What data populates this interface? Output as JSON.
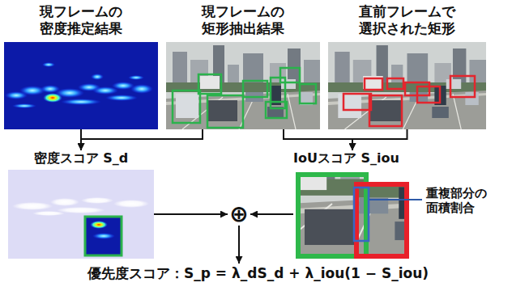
{
  "diagram": {
    "nodes": [
      {
        "text": [
          "現フレームの 密度推定結果"
        ]
      },
      {
        "text": [
          "現フレームの 矩形抽出結果"
        ]
      },
      {
        "text": [
          "直前フレームで 選択された矩形"
        ]
      },
      {
        "text": [
          "密度スコア S_d"
        ]
      },
      {
        "text": [
          "IoUスコア S_iou"
        ]
      },
      {
        "text": [
          "⊕"
        ]
      },
      {
        "text": [
          "優先度スコア：S_p = λ_dS_d + λ_iou(1 − S_iou)"
        ]
      }
    ],
    "edges": [
      {
        "from": 0,
        "to": 3,
        "arrow": "to"
      },
      {
        "from": 1,
        "to": 3,
        "arrow": "to"
      },
      {
        "from": 1,
        "to": 4,
        "arrow": "to"
      },
      {
        "from": 2,
        "to": 4,
        "arrow": "to"
      },
      {
        "from": 3,
        "to": 5,
        "arrow": "to"
      },
      {
        "from": 4,
        "to": 5,
        "arrow": "to"
      },
      {
        "from": 5,
        "to": 6,
        "arrow": "to"
      }
    ],
    "labels": [
      "重複部分の 面積割合"
    ]
  }
}
